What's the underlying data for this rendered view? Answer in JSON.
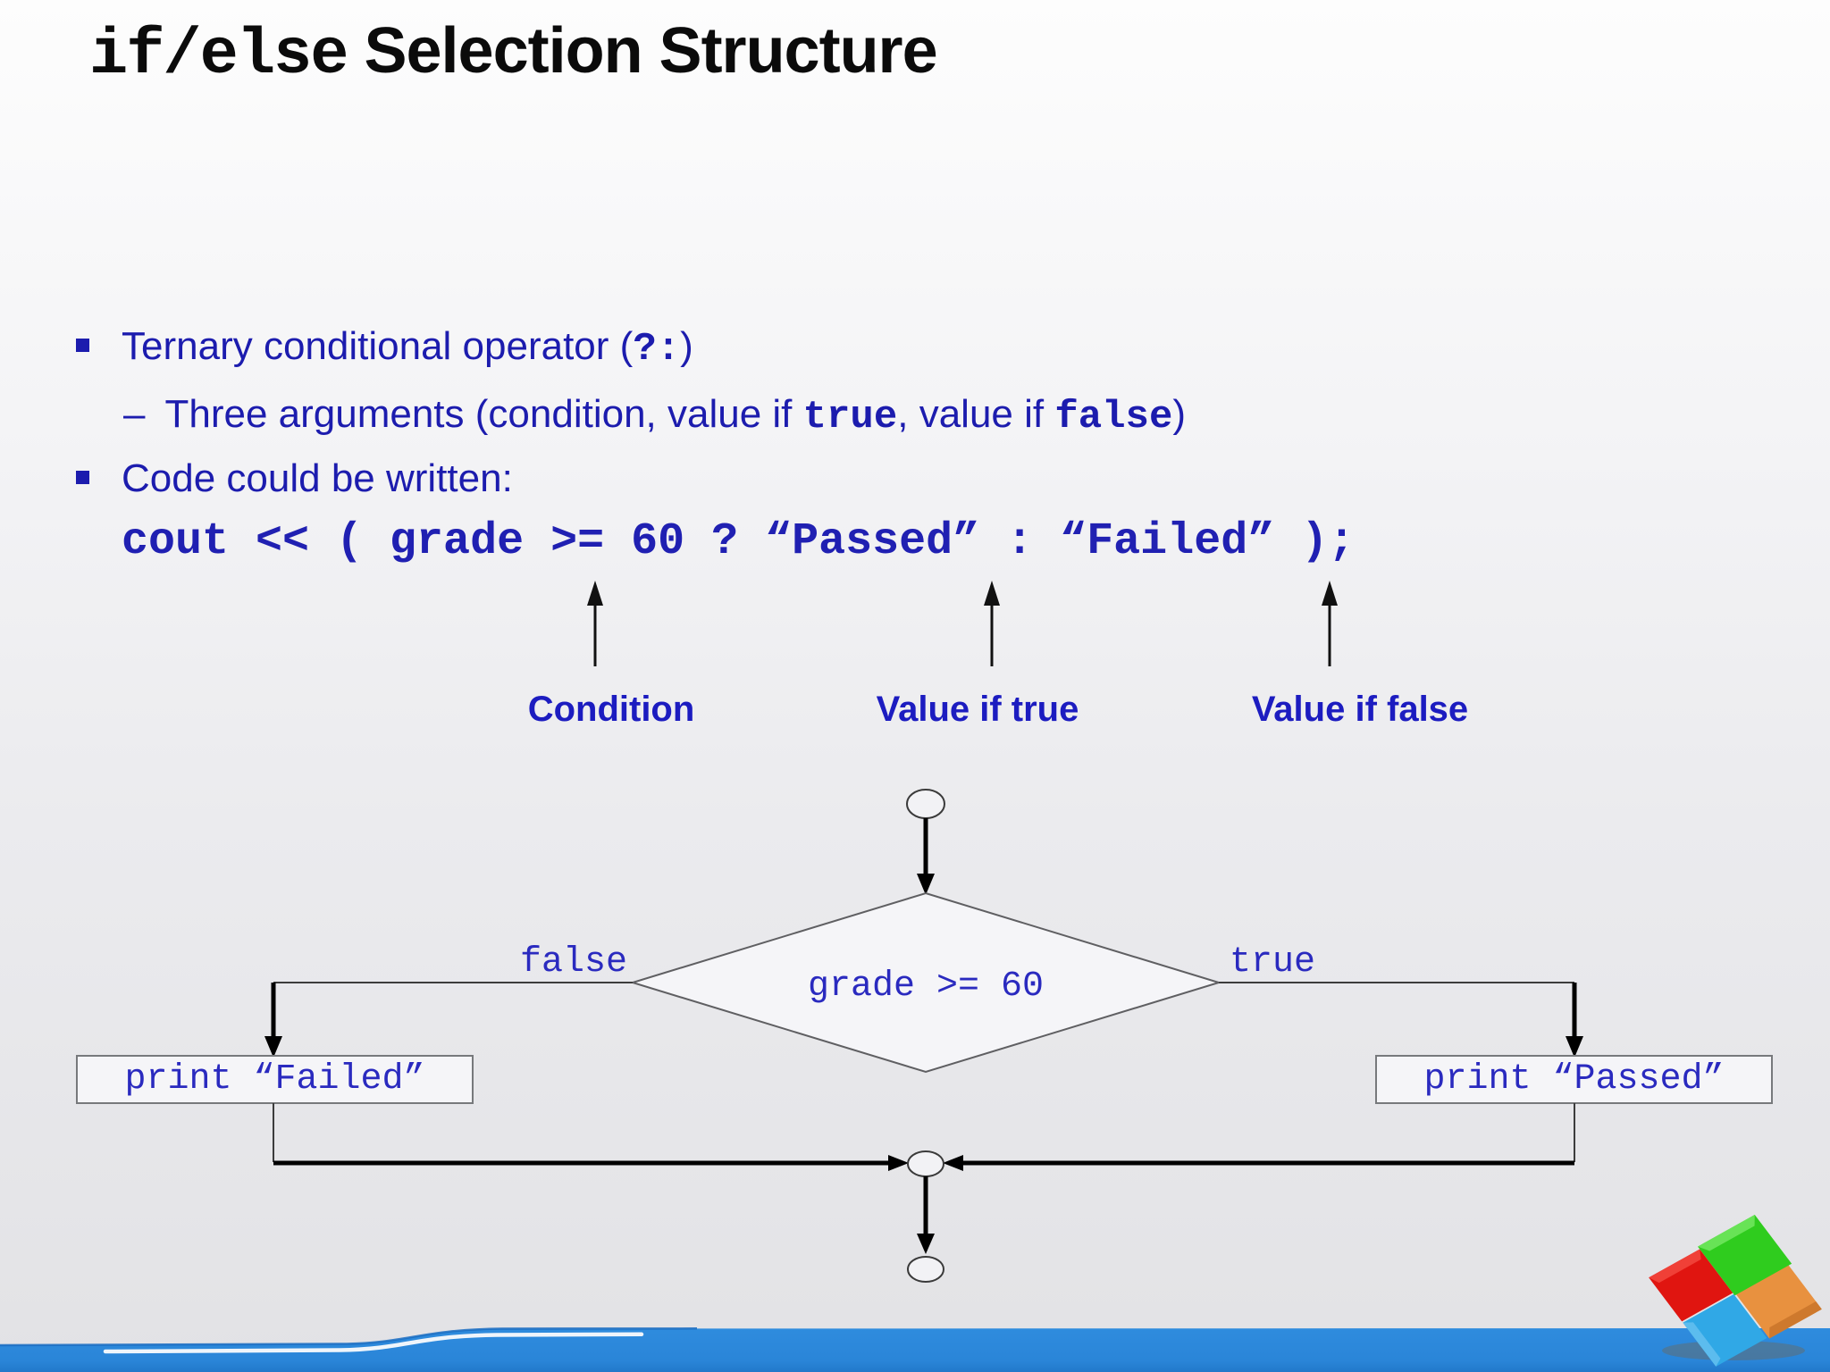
{
  "title": {
    "code_part": "if/else",
    "text_part": " Selection Structure"
  },
  "bullets": {
    "b1_pre": "Ternary conditional operator (",
    "b1_op": "?:",
    "b1_post": ")",
    "sub_dash": "–",
    "sub_pre": "Three arguments (condition, value if ",
    "sub_true": "true",
    "sub_mid": ", value if ",
    "sub_false": "false",
    "sub_post": ")",
    "b2": "Code could be written:",
    "code_line": "cout << ( grade >= 60 ? “Passed” : “Failed” );"
  },
  "annotations": {
    "condition": "Condition",
    "value_if_true": "Value if true",
    "value_if_false": "Value if false"
  },
  "flowchart": {
    "decision": "grade >= 60",
    "false_label": "false",
    "true_label": "true",
    "failed_box": "print “Failed”",
    "passed_box": "print “Passed”"
  },
  "colors": {
    "text_blue": "#1C1CAE",
    "code_blue": "#2020B2",
    "flowchart_blue": "#2A2ABF",
    "band_blue": "#2A87DB",
    "band_blue_dark": "#1D72C4",
    "wave_highlight": "#EFF5FB",
    "cube_red": "#E01510",
    "cube_green": "#2FCC1E",
    "cube_blue": "#30A8E6",
    "cube_orange": "#E8913F"
  }
}
